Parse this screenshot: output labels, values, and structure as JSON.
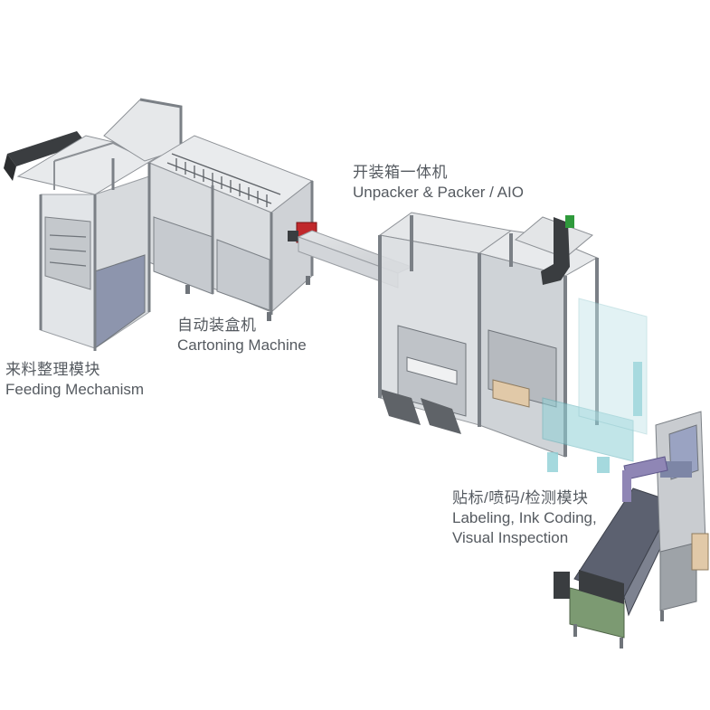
{
  "modules": [
    {
      "id": "feeding",
      "cn": "来料整理模块",
      "en": [
        "Feeding Mechanism"
      ]
    },
    {
      "id": "cartoning",
      "cn": "自动装盒机",
      "en": [
        "Cartoning Machine"
      ]
    },
    {
      "id": "aio",
      "cn": "开装箱一体机",
      "en": [
        "Unpacker & Packer / AIO"
      ]
    },
    {
      "id": "labeling",
      "cn": "贴标/喷码/检测模块",
      "en": [
        "Labeling, Ink Coding,",
        "Visual Inspection"
      ]
    }
  ],
  "colors": {
    "frame": "#a9adb2",
    "frame_dark": "#6f747a",
    "panel_blue": "#8d95ad",
    "glass": "#dfe3e6",
    "cyan": "#8fd0d6",
    "green": "#7c9a72",
    "red": "#c0282b",
    "label": "#555a60"
  }
}
